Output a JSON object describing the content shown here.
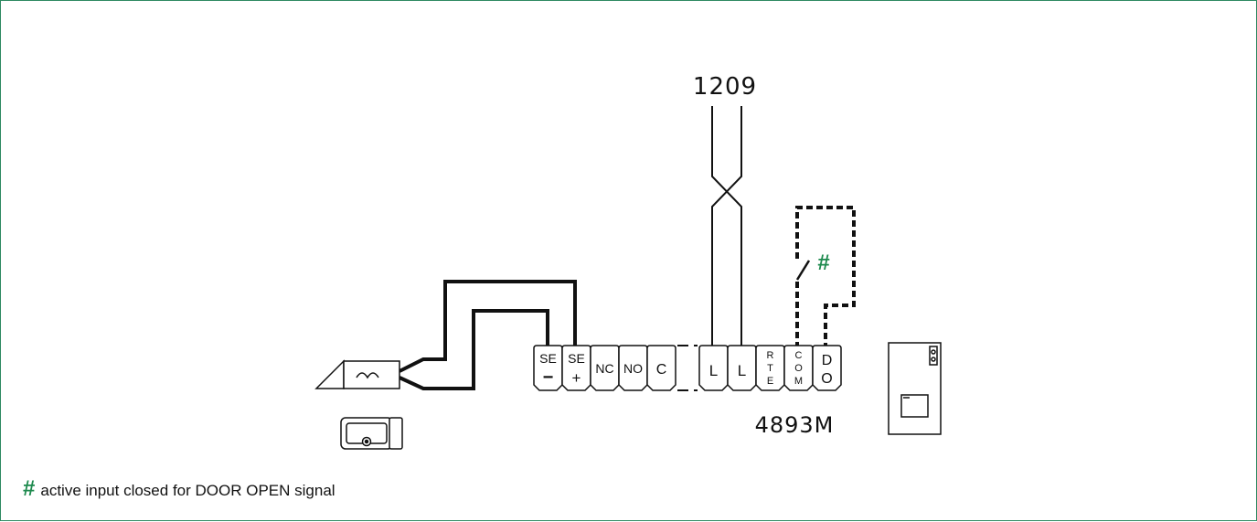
{
  "diagram": {
    "top_label": "1209",
    "device_label": "4893M",
    "switch_marker": "#",
    "terminals": [
      {
        "id": "se-minus",
        "line1": "SE",
        "line2": "−"
      },
      {
        "id": "se-plus",
        "line1": "SE",
        "line2": "+"
      },
      {
        "id": "nc",
        "line1": "NC",
        "line2": ""
      },
      {
        "id": "no",
        "line1": "NO",
        "line2": ""
      },
      {
        "id": "c",
        "line1": "C",
        "line2": ""
      },
      {
        "id": "l1",
        "line1": "L",
        "line2": ""
      },
      {
        "id": "l2",
        "line1": "L",
        "line2": ""
      },
      {
        "id": "rte",
        "line1": "R",
        "line2": "T",
        "line3": "E"
      },
      {
        "id": "com",
        "line1": "C",
        "line2": "O",
        "line3": "M"
      },
      {
        "id": "do",
        "line1": "D",
        "line2": "O"
      }
    ],
    "colors": {
      "border": "#2e8a62",
      "accent": "#1e8a4e",
      "line": "#111111"
    }
  },
  "footnote": {
    "marker": "#",
    "text": "active input closed for DOOR OPEN signal"
  }
}
